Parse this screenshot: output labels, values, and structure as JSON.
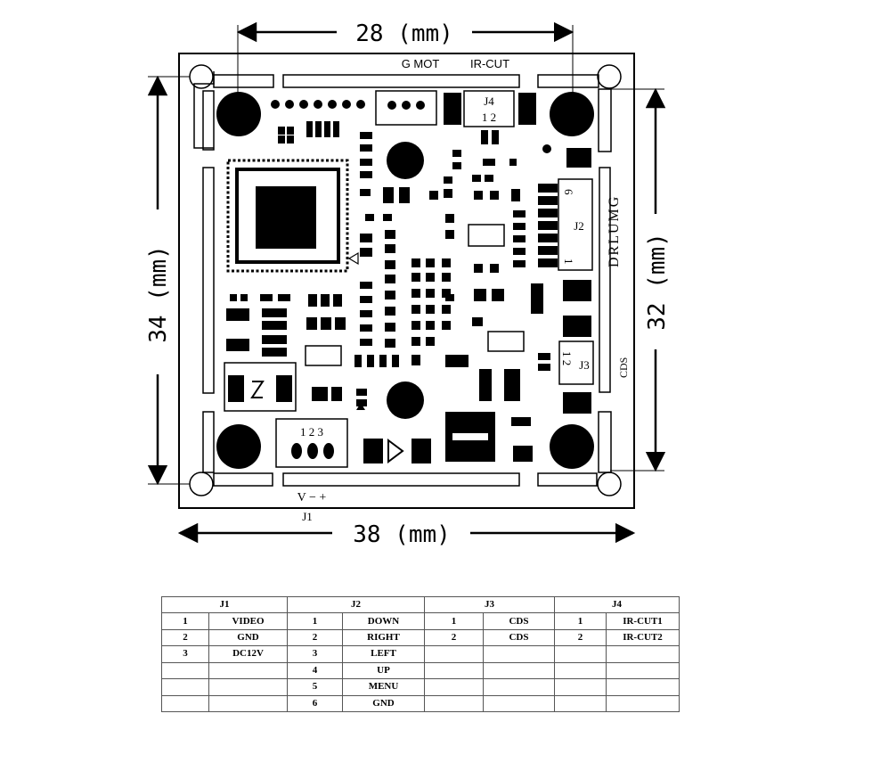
{
  "dimensions": {
    "top": "28 (mm)",
    "bottom": "38 (mm)",
    "left": "34 (mm)",
    "right": "32 (mm)"
  },
  "board_labels": {
    "gmot": "G MOT",
    "ircut": "IR-CUT",
    "j4": "J4",
    "j4_pins": "1 2",
    "j2": "J2",
    "j2_pin_top": "6",
    "j2_pin_bottom": "1",
    "brand": "DRLUMG",
    "j3": "J3",
    "j3_pins": "1 2",
    "cds": "CDS",
    "j1_pins": "1 2 3",
    "power": "V − +",
    "j1": "J1"
  },
  "pin_table": {
    "headers": [
      "J1",
      "J2",
      "J3",
      "J4"
    ],
    "rows": [
      [
        "1",
        "VIDEO",
        "1",
        "DOWN",
        "1",
        "CDS",
        "1",
        "IR-CUT1"
      ],
      [
        "2",
        "GND",
        "2",
        "RIGHT",
        "2",
        "CDS",
        "2",
        "IR-CUT2"
      ],
      [
        "3",
        "DC12V",
        "3",
        "LEFT",
        "",
        "",
        "",
        ""
      ],
      [
        "",
        "",
        "4",
        "UP",
        "",
        "",
        "",
        ""
      ],
      [
        "",
        "",
        "5",
        "MENU",
        "",
        "",
        "",
        ""
      ],
      [
        "",
        "",
        "6",
        "GND",
        "",
        "",
        "",
        ""
      ]
    ]
  }
}
